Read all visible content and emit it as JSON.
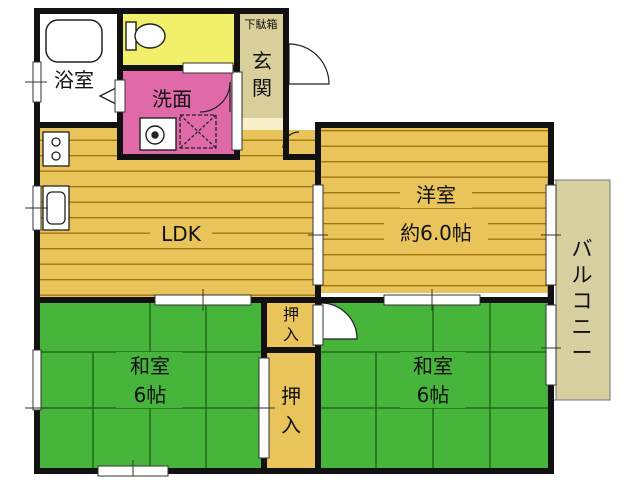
{
  "rooms": {
    "bathroom": "浴室",
    "washroom": "洗面",
    "entrance": [
      "玄",
      "関"
    ],
    "shoe_box": "下駄箱",
    "ldk": "LDK",
    "western_room": [
      "洋室",
      "約6.0帖"
    ],
    "balcony": [
      "バ",
      "ル",
      "コ",
      "ニ",
      "ー"
    ],
    "closet_small": [
      "押",
      "入"
    ],
    "closet_large": [
      "押",
      "入"
    ],
    "japanese_left": [
      "和室",
      "6帖"
    ],
    "japanese_right": [
      "和室",
      "6帖"
    ]
  },
  "colors": {
    "wall": "#111111",
    "ldk_floor": "#e9c45a",
    "ldk_stripe": "#a27410",
    "tatami": "#47b43c",
    "tatami_line": "#1e5e14",
    "toilet": "#f2f06a",
    "washroom": "#e06aa8",
    "entrance": "#d8cf9a",
    "balcony": "#d8cfa0"
  }
}
